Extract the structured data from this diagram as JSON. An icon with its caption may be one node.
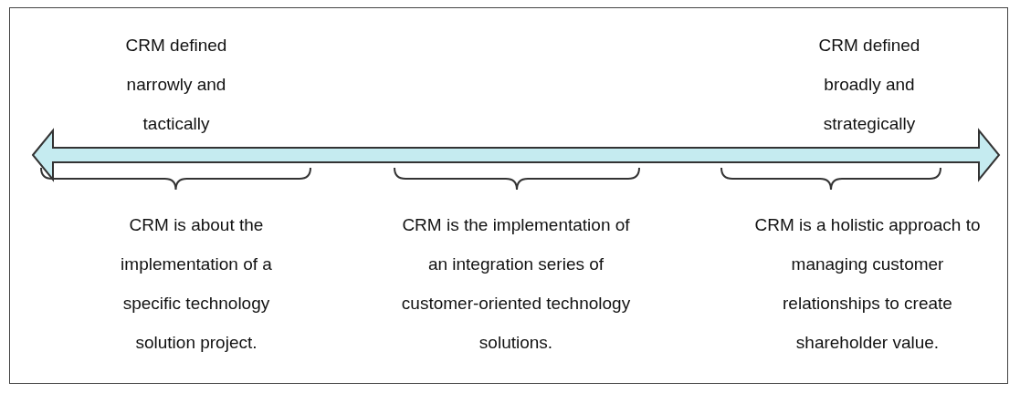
{
  "diagram": {
    "labels": [
      "CRM defined narrowly and tactically",
      "CRM defined broadly and strategically",
      "CRM is about the implementation of a specific technology solution project.",
      "CRM is the implementation of an integration series of customer-oriented technology solutions.",
      "CRM is a holistic approach to managing customer relationships to create shareholder value."
    ]
  }
}
